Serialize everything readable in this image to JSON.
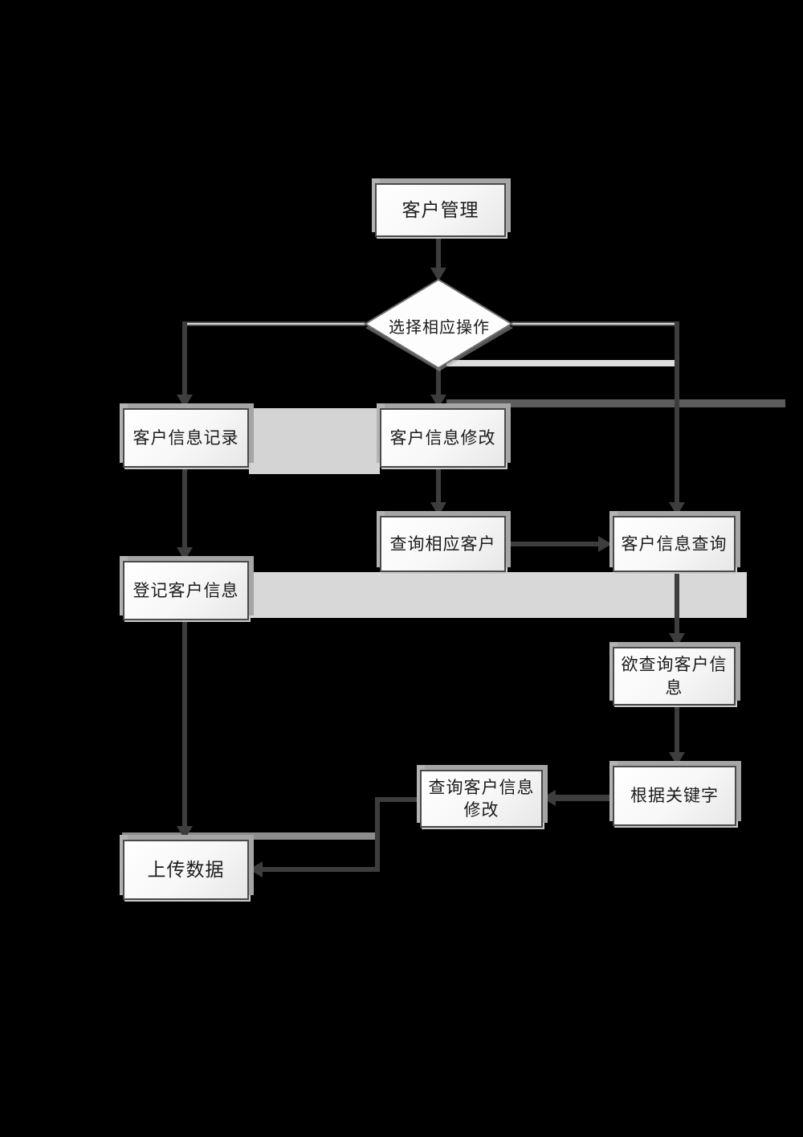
{
  "diagram": {
    "type": "flowchart",
    "background_color": "#000000",
    "node_fill": "#ffffff",
    "node_border_color": "#4a4a4a",
    "node_shadow_color": "#a5a5a5",
    "connector_color": "#3d3d3d",
    "band_color": "#d6d6d6",
    "nodes": {
      "root": {
        "label": "客户管理",
        "shape": "rect"
      },
      "decision": {
        "label": "选择相应操作",
        "shape": "diamond"
      },
      "record": {
        "label": "客户信息记录",
        "shape": "rect"
      },
      "modify": {
        "label": "客户信息修改",
        "shape": "rect"
      },
      "query_customer": {
        "label": "查询相应客户",
        "shape": "rect"
      },
      "info_query": {
        "label": "客户信息查询",
        "shape": "rect"
      },
      "register": {
        "label": "登记客户信息",
        "shape": "rect"
      },
      "want_query": {
        "label": "欲查询客户信息",
        "shape": "rect"
      },
      "keyword": {
        "label": "根据关键字",
        "shape": "rect"
      },
      "query_modify": {
        "label": "查询客户信息修改",
        "shape": "rect"
      },
      "upload": {
        "label": "上传数据",
        "shape": "rect"
      }
    },
    "edges": [
      "客户管理 -> 选择相应操作",
      "选择相应操作 -> 客户信息记录",
      "选择相应操作 -> 客户信息修改",
      "选择相应操作 -> 客户信息查询",
      "客户信息记录 -> 登记客户信息",
      "客户信息修改 -> 查询相应客户",
      "查询相应客户 -> 客户信息查询",
      "客户信息查询 -> 欲查询客户信息",
      "欲查询客户信息 -> 根据关键字",
      "根据关键字 -> 查询客户信息修改",
      "查询客户信息修改 -> 上传数据",
      "登记客户信息 -> 上传数据"
    ]
  }
}
